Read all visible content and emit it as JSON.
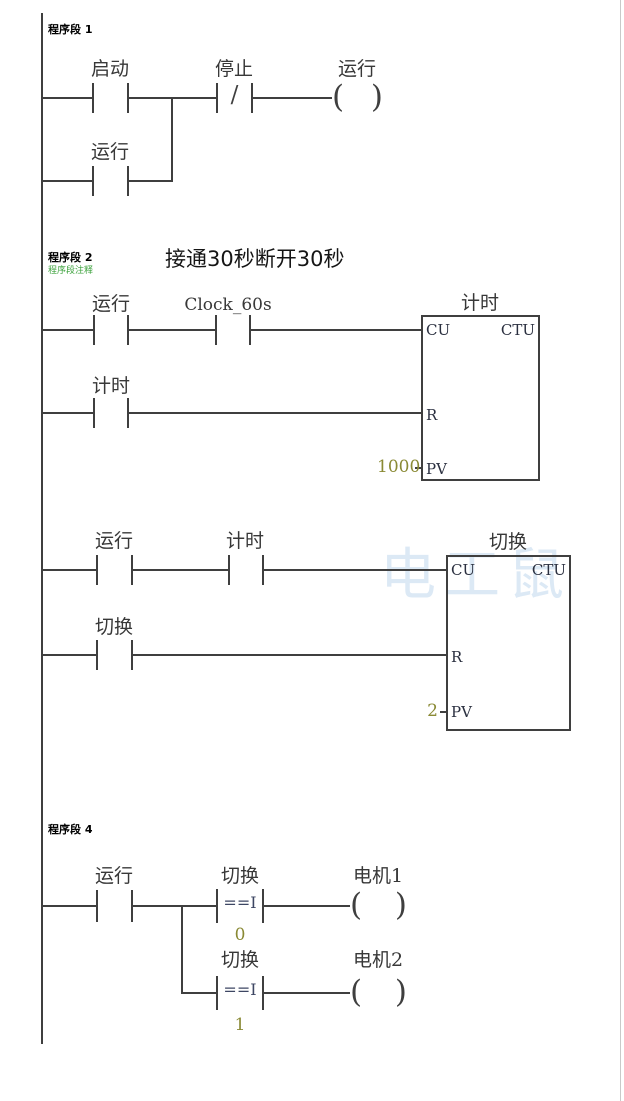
{
  "colors": {
    "line": "#3f3f3f",
    "operand_text": "#383838",
    "block_text": "#2b3040",
    "value_olive": "#8a8a35",
    "comment_green": "#3da23d",
    "watermark_blue": "#dce9f5"
  },
  "symbols": {
    "coil_open": "(",
    "coil_close": ")",
    "nc_slash": "/"
  },
  "watermark": "电工鼠",
  "networks": [
    {
      "header": "程序段 1",
      "start_contact": "启动",
      "stop_contact": "停止",
      "parallel_contact": "运行",
      "coil": "运行"
    },
    {
      "header": "程序段 2",
      "note": "程序段注释",
      "comment": "接通30秒断开30秒",
      "run_contact": "运行",
      "clock_contact": "Clock_60s",
      "reset_contact": "计时",
      "counter": {
        "title": "计时",
        "cu": "CU",
        "ctu": "CTU",
        "r": "R",
        "pv": "PV",
        "pv_value": "1000"
      }
    },
    {
      "run_contact": "运行",
      "timer_contact": "计时",
      "reset_contact": "切换",
      "counter": {
        "title": "切换",
        "cu": "CU",
        "ctu": "CTU",
        "r": "R",
        "pv": "PV",
        "pv_value": "2"
      }
    },
    {
      "header": "程序段 4",
      "run_contact": "运行",
      "branches": [
        {
          "operand": "切换",
          "comparator": "==I",
          "value": "0",
          "coil": "电机1"
        },
        {
          "operand": "切换",
          "comparator": "==I",
          "value": "1",
          "coil": "电机2"
        }
      ]
    }
  ]
}
